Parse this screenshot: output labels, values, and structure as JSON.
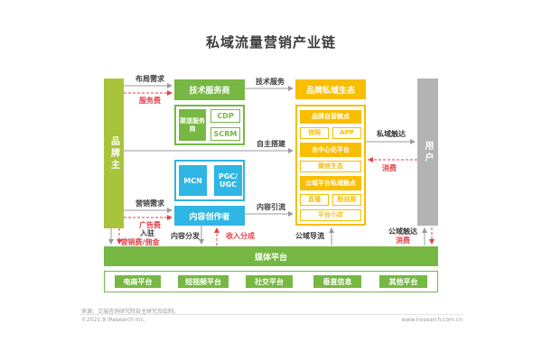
{
  "title": "私域流量营销产业链",
  "diagram": {
    "brand_bar": "品牌主",
    "user_bar": "用户",
    "tech_provider": "技术服务商",
    "tech_group": {
      "channel_provider": "渠道服务商",
      "cdp": "CDP",
      "scrm": "SCRM"
    },
    "creator_group": {
      "mcn": "MCN",
      "pgc_ugc": "PGC/UGC"
    },
    "content_creator": "内容创作者",
    "brand_private_ecosystem": "品牌私域生态",
    "ecosystem_group": {
      "self_touchpoint": "品牌自营触点",
      "official_site": "官网",
      "app": "APP",
      "decentralized_platform": "去中心化平台",
      "wechat_ecosystem": "微信生态",
      "public_platform_touchpoint": "公域平台私域触点",
      "live": "直播",
      "fan_group": "粉丝群",
      "platform_shop": "平台小店"
    },
    "media_platform": "媒体平台",
    "media_types": [
      "电商平台",
      "短视频平台",
      "社交平台",
      "垂直信息",
      "其他平台"
    ]
  },
  "flows": {
    "layout_demand": "布局需求",
    "service_fee": "服务费",
    "tech_service": "技术服务",
    "self_build": "自主搭建",
    "marketing_demand": "营销需求",
    "ad_fee": "广告费",
    "content_traffic": "内容引流",
    "private_reach": "私域触达",
    "consume_private": "消费",
    "settle_in": "入驻",
    "marketing_fee_commission": "营销费/佣金",
    "content_distribution": "内容分发",
    "revenue_share": "收入分成",
    "public_diversion": "公域导流",
    "public_reach": "公域触达",
    "consume_public": "消费"
  },
  "colors": {
    "green": "#76b843",
    "yellow_green": "#a8c43c",
    "blue": "#2eb6e4",
    "yellow": "#f9be00",
    "gray": "#b3b3b3",
    "red": "#e5404b"
  },
  "footer": {
    "source": "来源：艾瑞咨询研究院自主研究及绘制。",
    "copyright": "©2021.9 iResearch Inc.",
    "website": "www.iresearch.com.cn"
  }
}
